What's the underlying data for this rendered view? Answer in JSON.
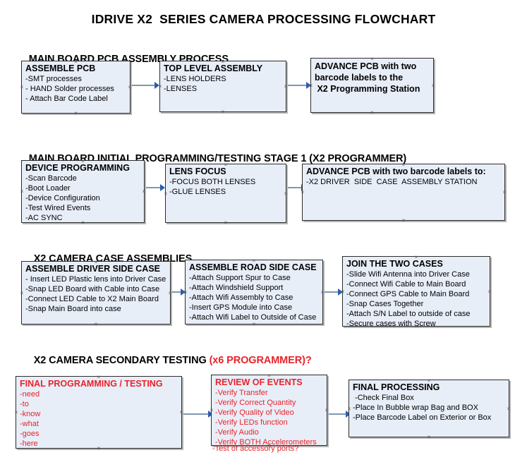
{
  "document": {
    "title": "IDRIVE X2  SERIES CAMERA PROCESSING FLOWCHART"
  },
  "colors": {
    "box_fill": "#e8eef8",
    "box_border": "#2b2b2b",
    "arrow_line": "#7f96b4",
    "arrow_head": "#2a5db0",
    "red_text": "#e8232a",
    "text": "#000000",
    "background": "#ffffff"
  },
  "sections": [
    {
      "heading": "MAIN BOARD PCB ASSEMBLY PROCESS",
      "heading_red": "",
      "boxes": [
        {
          "header": "ASSEMBLE PCB",
          "lines": [
            "-SMT processes",
            "- HAND Solder processes",
            "- Attach Bar Code Label"
          ],
          "red": false,
          "bold_body": false
        },
        {
          "header": "TOP LEVEL ASSEMBLY",
          "lines": [
            "-LENS HOLDERS",
            "-LENSES"
          ],
          "red": false,
          "bold_body": false
        },
        {
          "header": "ADVANCE PCB with two",
          "lines": [
            "barcode labels to the",
            " X2 Programming Station"
          ],
          "red": false,
          "bold_body": true
        }
      ]
    },
    {
      "heading": "MAIN BOARD INITIAL PROGRAMMING/TESTING STAGE 1 (X2 PROGRAMMER)",
      "heading_red": "",
      "boxes": [
        {
          "header": "DEVICE PROGRAMMING",
          "lines": [
            "-Scan Barcode",
            "-Boot Loader",
            "-Device Configuration",
            "-Test Wired Events",
            "-AC SYNC"
          ],
          "red": false,
          "bold_body": false
        },
        {
          "header": "LENS FOCUS",
          "lines": [
            "-FOCUS BOTH LENSES",
            "-GLUE LENSES"
          ],
          "red": false,
          "bold_body": false
        },
        {
          "header": "ADVANCE PCB with two barcode labels to:",
          "lines": [
            "-X2 DRIVER  SIDE  CASE  ASSEMBLY STATION"
          ],
          "red": false,
          "bold_body": false
        }
      ]
    },
    {
      "heading": "X2 CAMERA CASE ASSEMBLIES",
      "heading_red": "",
      "boxes": [
        {
          "header": "ASSEMBLE DRIVER SIDE CASE",
          "lines": [
            "- Insert LED Plastic lens into Driver Case",
            "-Snap LED Board with Cable into Case",
            "-Connect LED Cable to X2 Main Board",
            "-Snap Main Board into case"
          ],
          "red": false,
          "bold_body": false
        },
        {
          "header": "ASSEMBLE ROAD SIDE CASE",
          "lines": [
            "-Attach Support Spur to Case",
            "-Attach Windshield Support",
            "-Attach Wifi Assembly to Case",
            "-Insert GPS Module into Case",
            "-Attach Wifi Label to Outside of Case"
          ],
          "red": false,
          "bold_body": false
        },
        {
          "header": "JOIN THE TWO CASES",
          "lines": [
            "-Slide Wifi Antenna into Driver Case",
            "-Connect Wifi Cable to Main Board",
            "-Connect GPS Cable to Main Board",
            "-Snap Cases Together",
            "-Attach S/N Label to outside of case",
            "-Secure cases with Screw"
          ],
          "red": false,
          "bold_body": false
        }
      ]
    },
    {
      "heading": "X2 CAMERA SECONDARY TESTING ",
      "heading_red": "(x6 PROGRAMMER)?",
      "boxes": [
        {
          "header": "FINAL PROGRAMMING / TESTING",
          "lines": [
            "-need",
            "-to",
            "-know",
            "-what",
            "-goes",
            "-here"
          ],
          "red": true,
          "bold_body": false
        },
        {
          "header": "REVIEW OF EVENTS",
          "lines": [
            "-Verify Transfer",
            "-Verify Correct Quantity",
            "-Verify Quality of Video",
            "-Verify LEDs function",
            "-Verify Audio",
            "-Verify BOTH Accelerometers"
          ],
          "overflow_line": "-Test of accessory ports?",
          "red": true,
          "bold_body": false
        },
        {
          "header": "FINAL PROCESSING",
          "lines": [
            " -Check Final Box",
            "-Place In Bubble wrap Bag and BOX",
            "-Place Barcode Label on Exterior or Box"
          ],
          "red": false,
          "bold_body": false
        }
      ]
    }
  ]
}
